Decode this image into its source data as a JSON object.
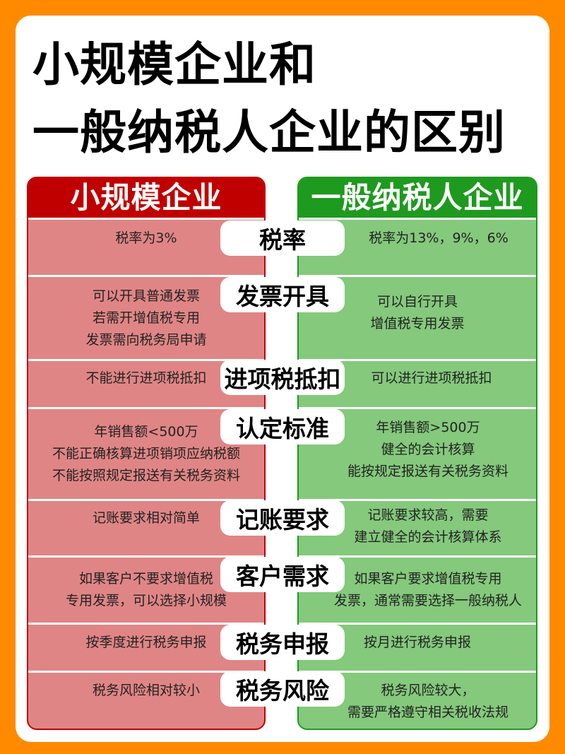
{
  "title": {
    "line1": "小规模企业和",
    "line2": "一般纳税人企业的区别"
  },
  "colors": {
    "background": "#FF8A00",
    "small_header": "#C00000",
    "small_body": "#E08585",
    "general_header": "#1E9A1E",
    "general_body": "#84C97C"
  },
  "columns": {
    "small": {
      "header": "小规模企业"
    },
    "general": {
      "header": "一般纳税人企业"
    }
  },
  "rows": [
    {
      "label": "税率",
      "small": [
        "税率为3%"
      ],
      "general": [
        "税率为13%，9%，6%"
      ]
    },
    {
      "label": "发票开具",
      "small": [
        "可以开具普通发票",
        "若需开增值税专用",
        "发票需向税务局申请"
      ],
      "general": [
        "可以自行开具",
        "增值税专用发票"
      ]
    },
    {
      "label": "进项税抵扣",
      "small": [
        "不能进行进项税抵扣"
      ],
      "general": [
        "可以进行进项税抵扣"
      ]
    },
    {
      "label": "认定标准",
      "small": [
        "年销售额<500万",
        "不能正确核算进项销项应纳税额",
        "不能按照规定报送有关税务资料"
      ],
      "general": [
        "年销售额>500万",
        "健全的会计核算",
        "能按规定报送有关税务资料"
      ]
    },
    {
      "label": "记账要求",
      "small": [
        "记账要求相对简单"
      ],
      "general": [
        "记账要求较高，需要",
        "建立健全的会计核算体系"
      ]
    },
    {
      "label": "客户需求",
      "small": [
        "如果客户不要求增值税",
        "专用发票，可以选择小规模"
      ],
      "general": [
        "如果客户要求增值税专用",
        "发票，通常需要选择一般纳税人"
      ]
    },
    {
      "label": "税务申报",
      "small": [
        "按季度进行税务申报"
      ],
      "general": [
        "按月进行税务申报"
      ]
    },
    {
      "label": "税务风险",
      "small": [
        "税务风险相对较小"
      ],
      "general": [
        "税务风险较大，",
        "需要严格遵守相关税收法规"
      ]
    }
  ]
}
